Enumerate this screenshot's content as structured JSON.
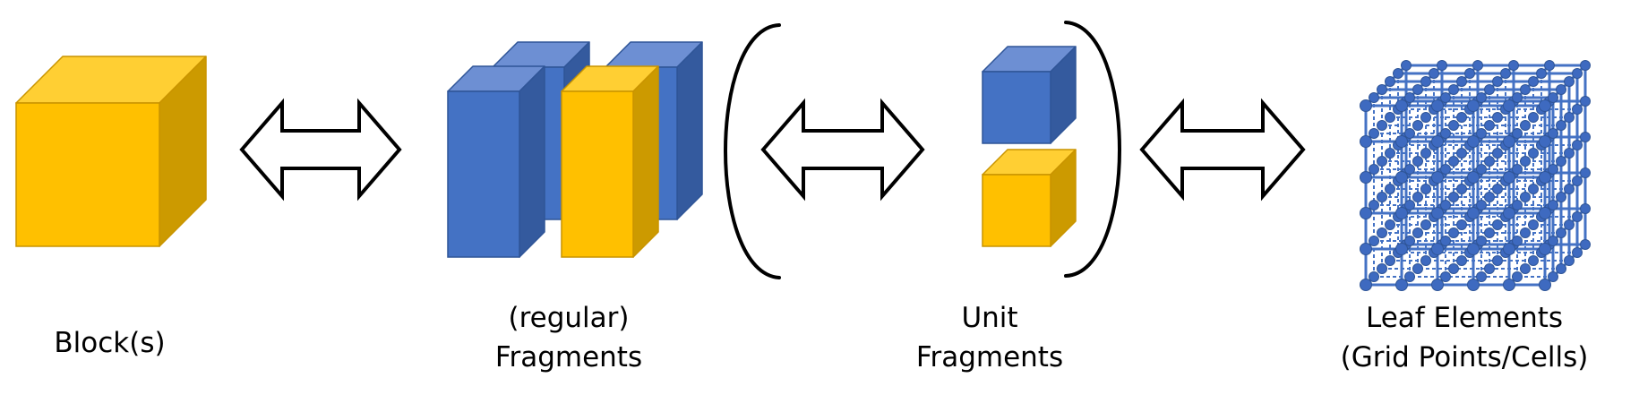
{
  "colors": {
    "yellow_front": "#FFC000",
    "yellow_top": "#FFCF33",
    "yellow_side": "#CC9A00",
    "yellow_edge": "#C99400",
    "blue_front": "#4472C4",
    "blue_top": "#6D8FD3",
    "blue_side": "#345A9E",
    "blue_edge": "#2F5597",
    "grid_line": "#4472C4",
    "grid_node": "#3E6AC0",
    "arrow_fill": "#FFFFFF",
    "arrow_stroke": "#000000",
    "text": "#000000"
  },
  "stages": [
    {
      "id": "block",
      "lines": [
        "Block(s)"
      ]
    },
    {
      "id": "regular-fragments",
      "lines": [
        "(regular)",
        "Fragments"
      ]
    },
    {
      "id": "unit-fragments",
      "lines": [
        "Unit",
        "Fragments"
      ]
    },
    {
      "id": "leaf-elements",
      "lines": [
        "Leaf Elements",
        "(Grid Points/Cells)"
      ]
    }
  ],
  "arrows": [
    {
      "id": "block-to-fragments",
      "type": "double-arrow"
    },
    {
      "id": "fragments-to-unit",
      "type": "double-arrow"
    },
    {
      "id": "unit-to-leaf",
      "type": "double-arrow"
    }
  ],
  "icons": [
    "block-cube-icon",
    "regular-fragments-icon",
    "unit-fragments-icon",
    "grid-cube-icon",
    "double-arrow-icon",
    "parenthesis-icon"
  ]
}
